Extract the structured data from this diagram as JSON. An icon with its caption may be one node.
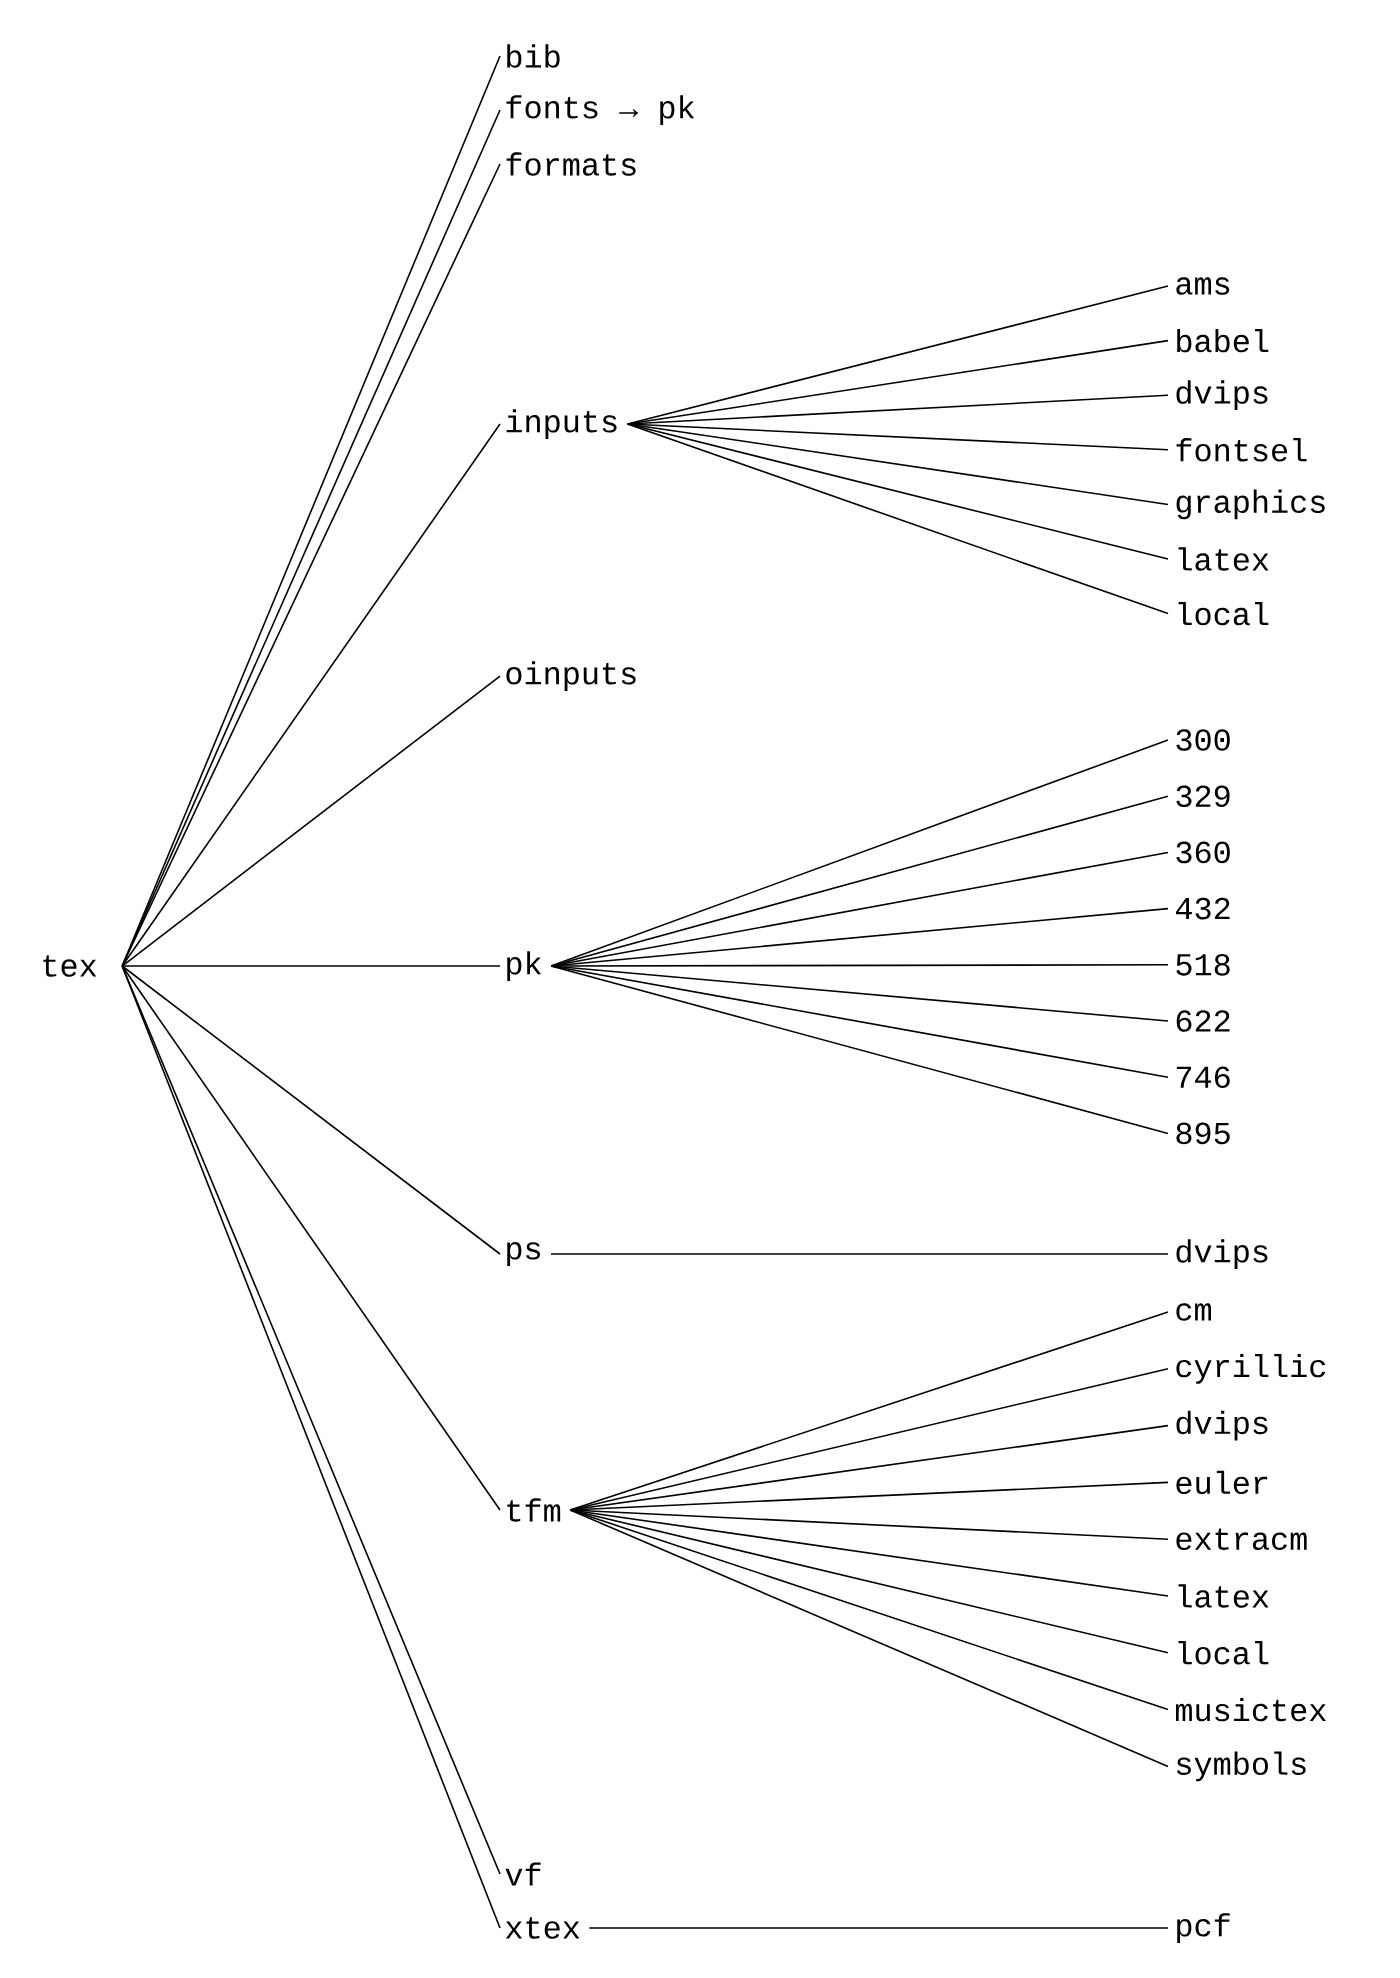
{
  "diagram": {
    "nodes": [
      {
        "text": [
          "tex"
        ]
      },
      {
        "text": [
          "bib"
        ]
      },
      {
        "text": [
          "fonts → pk"
        ]
      },
      {
        "text": [
          "formats"
        ]
      },
      {
        "text": [
          "inputs"
        ]
      },
      {
        "text": [
          "oinputs"
        ]
      },
      {
        "text": [
          "pk"
        ]
      },
      {
        "text": [
          "ps"
        ]
      },
      {
        "text": [
          "tfm"
        ]
      },
      {
        "text": [
          "vf"
        ]
      },
      {
        "text": [
          "xtex"
        ]
      },
      {
        "text": [
          "ams"
        ]
      },
      {
        "text": [
          "babel"
        ]
      },
      {
        "text": [
          "dvips"
        ]
      },
      {
        "text": [
          "fontsel"
        ]
      },
      {
        "text": [
          "graphics"
        ]
      },
      {
        "text": [
          "latex"
        ]
      },
      {
        "text": [
          "local"
        ]
      },
      {
        "text": [
          "300"
        ]
      },
      {
        "text": [
          "329"
        ]
      },
      {
        "text": [
          "360"
        ]
      },
      {
        "text": [
          "432"
        ]
      },
      {
        "text": [
          "518"
        ]
      },
      {
        "text": [
          "622"
        ]
      },
      {
        "text": [
          "746"
        ]
      },
      {
        "text": [
          "895"
        ]
      },
      {
        "text": [
          "dvips"
        ]
      },
      {
        "text": [
          "cm"
        ]
      },
      {
        "text": [
          "cyrillic"
        ]
      },
      {
        "text": [
          "dvips"
        ]
      },
      {
        "text": [
          "euler"
        ]
      },
      {
        "text": [
          "extracm"
        ]
      },
      {
        "text": [
          "latex"
        ]
      },
      {
        "text": [
          "local"
        ]
      },
      {
        "text": [
          "musictex"
        ]
      },
      {
        "text": [
          "symbols"
        ]
      },
      {
        "text": [
          "pcf"
        ]
      }
    ],
    "edges": [
      {
        "from": 0,
        "to": 1,
        "arrow": "none"
      },
      {
        "from": 0,
        "to": 2,
        "arrow": "none"
      },
      {
        "from": 0,
        "to": 3,
        "arrow": "none"
      },
      {
        "from": 0,
        "to": 4,
        "arrow": "none"
      },
      {
        "from": 0,
        "to": 5,
        "arrow": "none"
      },
      {
        "from": 0,
        "to": 6,
        "arrow": "none"
      },
      {
        "from": 0,
        "to": 7,
        "arrow": "none"
      },
      {
        "from": 0,
        "to": 8,
        "arrow": "none"
      },
      {
        "from": 0,
        "to": 9,
        "arrow": "none"
      },
      {
        "from": 0,
        "to": 10,
        "arrow": "none"
      },
      {
        "from": 4,
        "to": 11,
        "arrow": "none"
      },
      {
        "from": 4,
        "to": 12,
        "arrow": "none"
      },
      {
        "from": 4,
        "to": 13,
        "arrow": "none"
      },
      {
        "from": 4,
        "to": 14,
        "arrow": "none"
      },
      {
        "from": 4,
        "to": 15,
        "arrow": "none"
      },
      {
        "from": 4,
        "to": 16,
        "arrow": "none"
      },
      {
        "from": 4,
        "to": 17,
        "arrow": "none"
      },
      {
        "from": 6,
        "to": 18,
        "arrow": "none"
      },
      {
        "from": 6,
        "to": 19,
        "arrow": "none"
      },
      {
        "from": 6,
        "to": 20,
        "arrow": "none"
      },
      {
        "from": 6,
        "to": 21,
        "arrow": "none"
      },
      {
        "from": 6,
        "to": 22,
        "arrow": "none"
      },
      {
        "from": 6,
        "to": 23,
        "arrow": "none"
      },
      {
        "from": 6,
        "to": 24,
        "arrow": "none"
      },
      {
        "from": 6,
        "to": 25,
        "arrow": "none"
      },
      {
        "from": 7,
        "to": 26,
        "arrow": "none"
      },
      {
        "from": 8,
        "to": 27,
        "arrow": "none"
      },
      {
        "from": 8,
        "to": 28,
        "arrow": "none"
      },
      {
        "from": 8,
        "to": 29,
        "arrow": "none"
      },
      {
        "from": 8,
        "to": 30,
        "arrow": "none"
      },
      {
        "from": 8,
        "to": 31,
        "arrow": "none"
      },
      {
        "from": 8,
        "to": 32,
        "arrow": "none"
      },
      {
        "from": 8,
        "to": 33,
        "arrow": "none"
      },
      {
        "from": 8,
        "to": 34,
        "arrow": "none"
      },
      {
        "from": 8,
        "to": 35,
        "arrow": "none"
      },
      {
        "from": 10,
        "to": 36,
        "arrow": "none"
      }
    ]
  }
}
